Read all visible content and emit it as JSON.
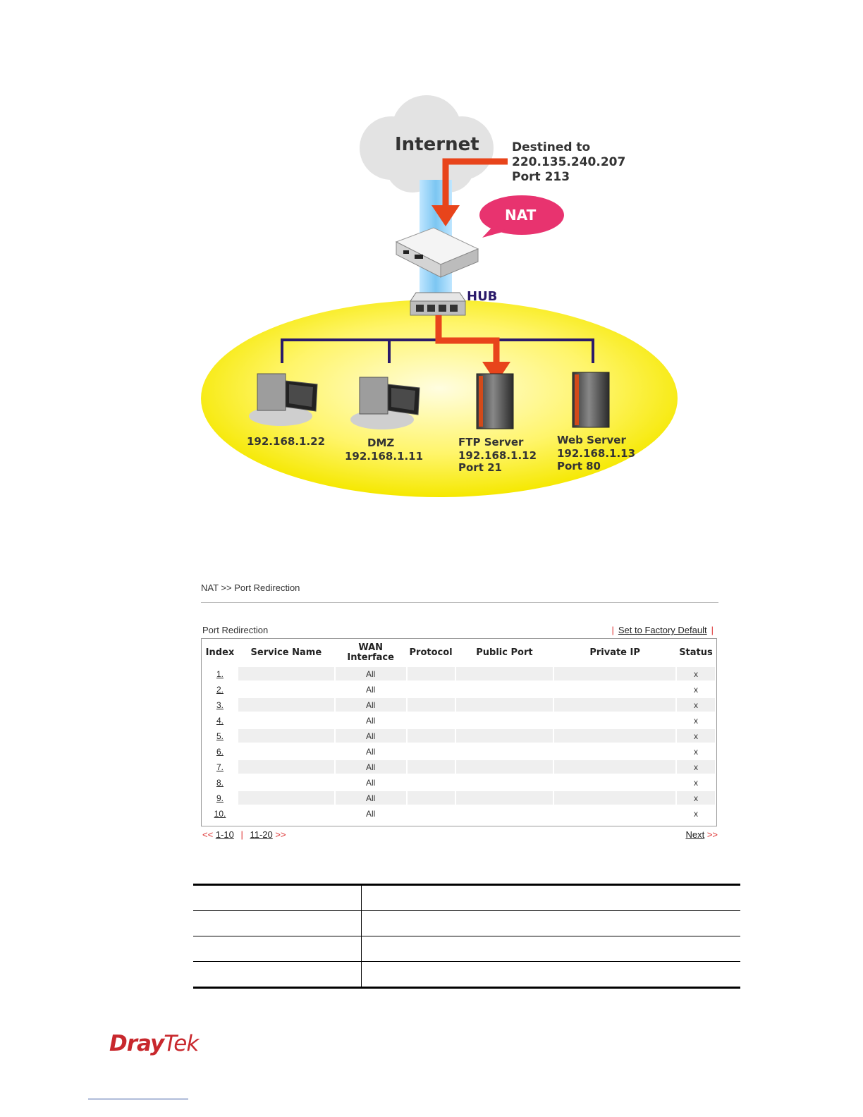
{
  "diagram": {
    "internet": "Internet",
    "destination": [
      "Destined to",
      "220.135.240.207",
      "Port 213"
    ],
    "nat": "NAT",
    "hub": "HUB",
    "pc1": "192.168.1.22",
    "dmz": [
      "DMZ",
      "192.168.1.11"
    ],
    "ftp": [
      "FTP Server",
      "192.168.1.12",
      "Port 21"
    ],
    "web": [
      "Web Server",
      "192.168.1.13",
      "Port 80"
    ],
    "colors": {
      "arrow": "#e8441b",
      "nat_bubble": "#e8336f",
      "lan": "#fff36a",
      "lines": "#2a1a6a"
    }
  },
  "page": {
    "breadcrumb": "NAT >> Port Redirection",
    "section_title": "Port Redirection",
    "factory_default": "Set to Factory Default"
  },
  "table": {
    "headers": {
      "index": "Index",
      "service_name": "Service Name",
      "wan_line1": "WAN",
      "wan_line2": "Interface",
      "protocol": "Protocol",
      "public_port": "Public Port",
      "private_ip": "Private IP",
      "status": "Status"
    },
    "rows": [
      {
        "index": "1.",
        "wan": "All",
        "status": "x"
      },
      {
        "index": "2.",
        "wan": "All",
        "status": "x"
      },
      {
        "index": "3.",
        "wan": "All",
        "status": "x"
      },
      {
        "index": "4.",
        "wan": "All",
        "status": "x"
      },
      {
        "index": "5.",
        "wan": "All",
        "status": "x"
      },
      {
        "index": "6.",
        "wan": "All",
        "status": "x"
      },
      {
        "index": "7.",
        "wan": "All",
        "status": "x"
      },
      {
        "index": "8.",
        "wan": "All",
        "status": "x"
      },
      {
        "index": "9.",
        "wan": "All",
        "status": "x"
      },
      {
        "index": "10.",
        "wan": "All",
        "status": "x"
      }
    ]
  },
  "pager": {
    "prev": "<<",
    "page1": "1-10",
    "sep": "|",
    "page2": "11-20",
    "next_arrows": ">>",
    "next": "Next"
  },
  "brand": {
    "dray": "Dray",
    "tek": "Tek"
  }
}
